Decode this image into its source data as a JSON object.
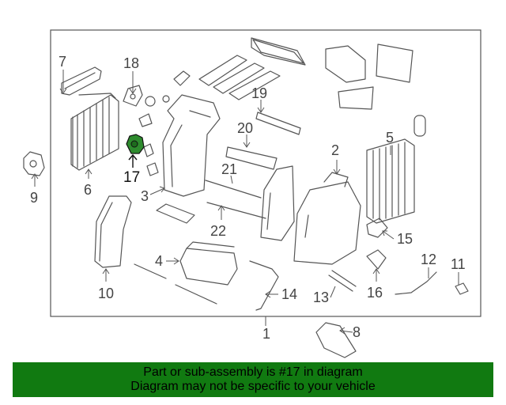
{
  "diagram": {
    "callouts": [
      {
        "id": "1",
        "label": "1"
      },
      {
        "id": "2",
        "label": "2"
      },
      {
        "id": "3",
        "label": "3"
      },
      {
        "id": "4",
        "label": "4"
      },
      {
        "id": "5",
        "label": "5"
      },
      {
        "id": "6",
        "label": "6"
      },
      {
        "id": "7",
        "label": "7"
      },
      {
        "id": "8",
        "label": "8"
      },
      {
        "id": "9",
        "label": "9"
      },
      {
        "id": "10",
        "label": "10"
      },
      {
        "id": "11",
        "label": "11"
      },
      {
        "id": "12",
        "label": "12"
      },
      {
        "id": "13",
        "label": "13"
      },
      {
        "id": "14",
        "label": "14"
      },
      {
        "id": "15",
        "label": "15"
      },
      {
        "id": "16",
        "label": "16"
      },
      {
        "id": "17",
        "label": "17"
      },
      {
        "id": "18",
        "label": "18"
      },
      {
        "id": "19",
        "label": "19"
      },
      {
        "id": "20",
        "label": "20"
      },
      {
        "id": "21",
        "label": "21"
      },
      {
        "id": "22",
        "label": "22"
      }
    ],
    "highlighted_part": "17",
    "highlight_color": "#2e8b2e"
  },
  "banner": {
    "line1": "Part or sub-assembly is #17 in diagram",
    "line2": "Diagram may not be specific to your vehicle",
    "background": "#117a11"
  }
}
